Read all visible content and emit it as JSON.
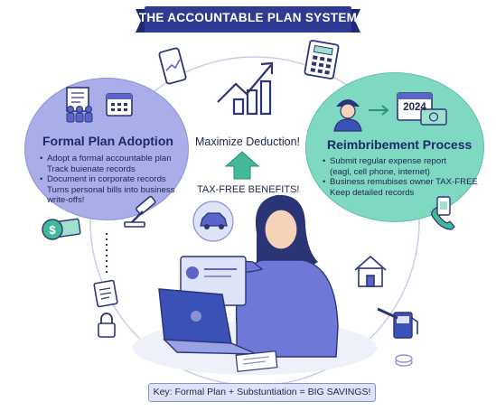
{
  "title": "THE ACCOUNTABLE PLAN SYSTEM",
  "left_panel": {
    "heading": "Formal Plan Adoption",
    "lines": [
      {
        "text": "Adopt a formal accountable plan",
        "bullet": true
      },
      {
        "text": "Track buienate records",
        "bullet": false
      },
      {
        "text": "Document in corporate records",
        "bullet": true
      },
      {
        "text": "Turns personal bills into business",
        "bullet": false
      },
      {
        "text": "write-offs!",
        "bullet": false
      }
    ]
  },
  "right_panel": {
    "heading": "Reimbribement Process",
    "lines": [
      {
        "text": "Submit regular expense report",
        "bullet": true
      },
      {
        "text": "(eagl, cell phone, internet)",
        "bullet": false
      },
      {
        "text": "Business remubises owner TAX-FREE",
        "bullet": true
      },
      {
        "text": "Keep detailed records",
        "bullet": false
      }
    ],
    "calendar_year": "2024"
  },
  "center": {
    "maximize_label": "Maximize Deduction!",
    "benefits_label": "TAX-FREE BENEFITS!"
  },
  "key": "Key: Formal Plan + Substuntiation = BIG SAVINGS!",
  "icons": [
    "calculator-icon",
    "phone-chart-icon",
    "growth-bars-icon",
    "document-icon",
    "people-icon",
    "calendar-icon",
    "worker-icon",
    "arrow-right-icon",
    "money-icon",
    "gavel-icon",
    "dollar-coin-icon",
    "clipboard-icon",
    "lock-icon",
    "car-icon",
    "house-icon",
    "fuel-pump-icon",
    "phone-icon",
    "coins-icon",
    "laptop-icon",
    "woman-figure"
  ],
  "colors": {
    "banner": "#2f3b93",
    "left_panel": "#a9aee8",
    "right_panel": "#7ed8c2",
    "up_arrow": "#43b99a",
    "accent_blue": "#5a64c9"
  }
}
